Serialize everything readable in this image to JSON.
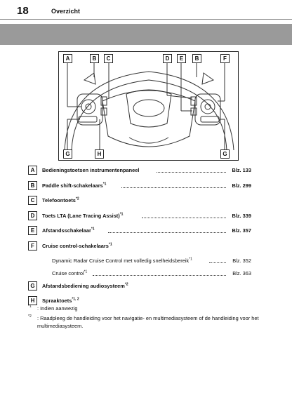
{
  "header": {
    "page_number": "18",
    "section_title": "Overzicht"
  },
  "figure": {
    "callouts_top": [
      "A",
      "B",
      "C",
      "D",
      "E",
      "B",
      "F"
    ],
    "callouts_bottom": [
      "G",
      "H",
      "G"
    ]
  },
  "legend": [
    {
      "letter": "A",
      "label": "Bedieningstoetsen instrumentenpaneel",
      "sup": "",
      "page": "Blz. 133"
    },
    {
      "letter": "B",
      "label": "Paddle shift-schakelaars",
      "sup": "*1",
      "page": "Blz. 299"
    },
    {
      "letter": "C",
      "label": "Telefoontoets",
      "sup": "*2",
      "page": ""
    },
    {
      "letter": "D",
      "label": "Toets LTA (Lane Tracing Assist)",
      "sup": "*1",
      "page": "Blz. 339"
    },
    {
      "letter": "E",
      "label": "Afstandsschakelaar",
      "sup": "*1",
      "page": "Blz. 357"
    },
    {
      "letter": "F",
      "label": "Cruise control-schakelaars",
      "sup": "*1",
      "page": ""
    },
    {
      "letter": "G",
      "label": "Afstandsbediening audiosysteem",
      "sup": "*2",
      "page": ""
    },
    {
      "letter": "H",
      "label": "Spraaktoets",
      "sup": "*1, 2",
      "page": ""
    }
  ],
  "sub_items": [
    {
      "label": "Dynamic Radar Cruise Control met volledig snelheidsbereik",
      "sup": "*1",
      "page": "Blz. 352"
    },
    {
      "label": "Cruise control",
      "sup": "*1",
      "page": "Blz. 363"
    }
  ],
  "footnotes": [
    {
      "mark": "*1",
      "text": ": Indien aanwezig"
    },
    {
      "mark": "*2",
      "text": ": Raadpleeg de handleiding voor het navigatie- en multimediasysteem of de handleiding voor het multimediasysteem."
    }
  ]
}
